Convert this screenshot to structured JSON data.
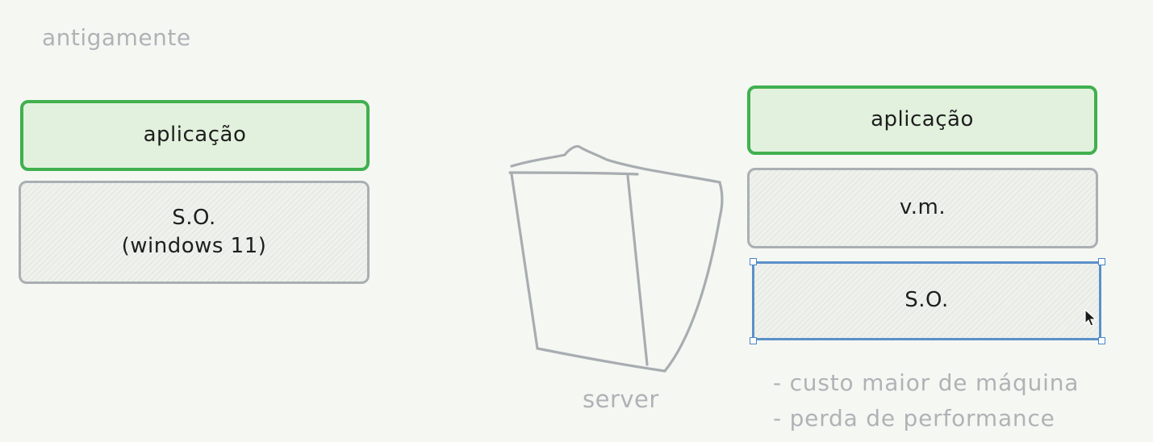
{
  "heading": "antigamente",
  "left_stack": {
    "app_label": "aplicação",
    "os_line1": "S.O.",
    "os_line2": "(windows 11)"
  },
  "server": {
    "label": "server"
  },
  "right_stack": {
    "app_label": "aplicação",
    "vm_label": "v.m.",
    "os_label": "S.O."
  },
  "notes": [
    "- custo maior de máquina",
    "- perda de performance"
  ],
  "colors": {
    "green_border": "#40b04e",
    "green_fill": "#e2f1dd",
    "gray_border": "#a9afb2",
    "selection_blue": "#5b8fc9",
    "muted_text": "#aeb3b6",
    "background": "#f5f7f3"
  },
  "icons": {
    "server": "server-sketch-icon",
    "cursor": "mouse-pointer-icon"
  }
}
